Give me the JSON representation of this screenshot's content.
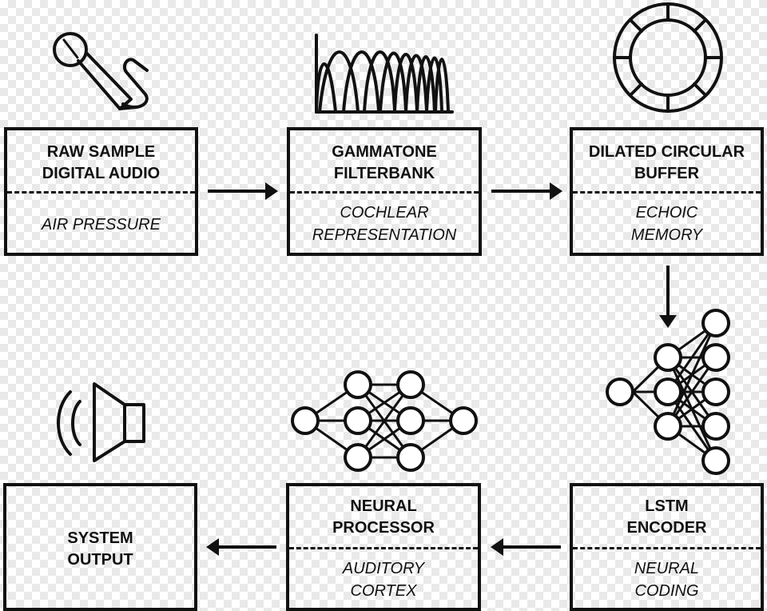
{
  "stages": [
    {
      "title": "RAW SAMPLE\nDIGITAL AUDIO",
      "subtitle": "AIR PRESSURE"
    },
    {
      "title": "GAMMATONE\nFILTERBANK",
      "subtitle": "COCHLEAR\nREPRESENTATION"
    },
    {
      "title": "DILATED CIRCULAR\nBUFFER",
      "subtitle": "ECHOIC\nMEMORY"
    },
    {
      "title": "LSTM\nENCODER",
      "subtitle": "NEURAL\nCODING"
    },
    {
      "title": "NEURAL\nPROCESSOR",
      "subtitle": "AUDITORY\nCORTEX"
    },
    {
      "title": "SYSTEM\nOUTPUT",
      "subtitle": ""
    }
  ],
  "icons": {
    "stage1": "microphone-icon",
    "stage2": "filterbank-icon",
    "stage3": "circular-buffer-icon",
    "stage4": "encoder-network-icon",
    "stage5": "neural-network-icon",
    "stage6": "speaker-icon"
  },
  "colors": {
    "ink": "#111111",
    "background": "#ffffff"
  }
}
